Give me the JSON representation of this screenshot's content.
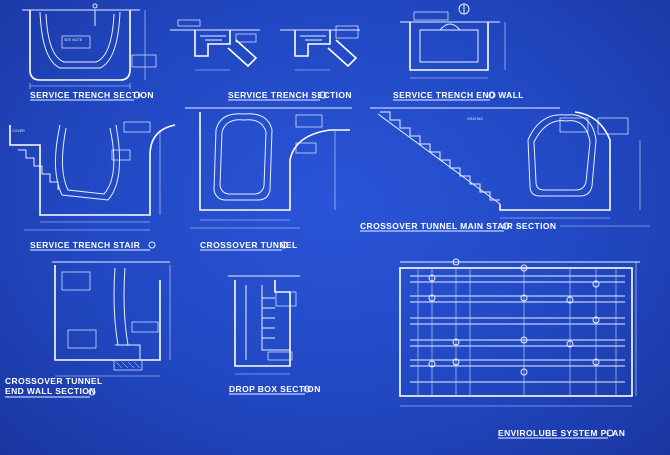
{
  "titles": {
    "service_trench_section_1": "SERVICE TRENCH SECTION",
    "service_trench_section_2": "SERVICE TRENCH SECTION",
    "service_trench_end_wall": "SERVICE TRENCH END WALL",
    "service_trench_stair": "SERVICE TRENCH STAIR",
    "crossover_tunnel": "CROSSOVER TUNNEL",
    "crossover_tunnel_main_stair_section": "CROSSOVER TUNNEL MAIN STAIR SECTION",
    "crossover_tunnel_end_wall_line1": "CROSSOVER TUNNEL",
    "crossover_tunnel_end_wall_line2": "END WALL SECTION",
    "drop_box_section": "DROP BOX SECTION",
    "envirolube_system_plan": "ENVIROLUBE SYSTEM PLAN"
  },
  "colors": {
    "paper": "#2148c2",
    "ink": "#e8efff"
  }
}
